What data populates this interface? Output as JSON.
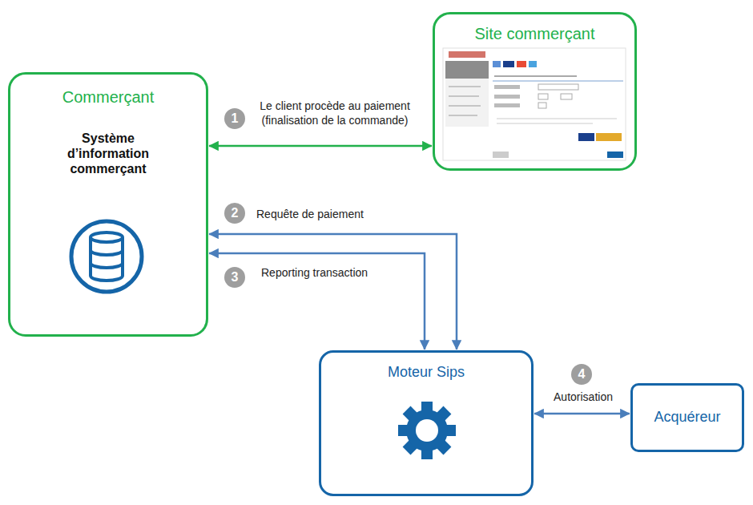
{
  "diagram": {
    "nodes": [
      {
        "text": [
          "Commerçant",
          "Système d’information commerçant"
        ]
      },
      {
        "text": [
          "Site commerçant"
        ]
      },
      {
        "text": [
          "Moteur Sips"
        ]
      },
      {
        "text": [
          "Acquéreur"
        ]
      }
    ],
    "edges": [
      {
        "from": 0,
        "to": 1,
        "label": "Le client procède au paiement (finalisation de la commande)",
        "arrow": "both"
      },
      {
        "from": 2,
        "to": 0,
        "label": "Requête de paiement",
        "arrow": "both"
      },
      {
        "from": 0,
        "to": 2,
        "label": "Reporting transaction",
        "arrow": "both"
      },
      {
        "from": 2,
        "to": 3,
        "label": "Autorisation",
        "arrow": "both"
      }
    ],
    "labels": [
      "1",
      "2",
      "3",
      "4"
    ]
  }
}
